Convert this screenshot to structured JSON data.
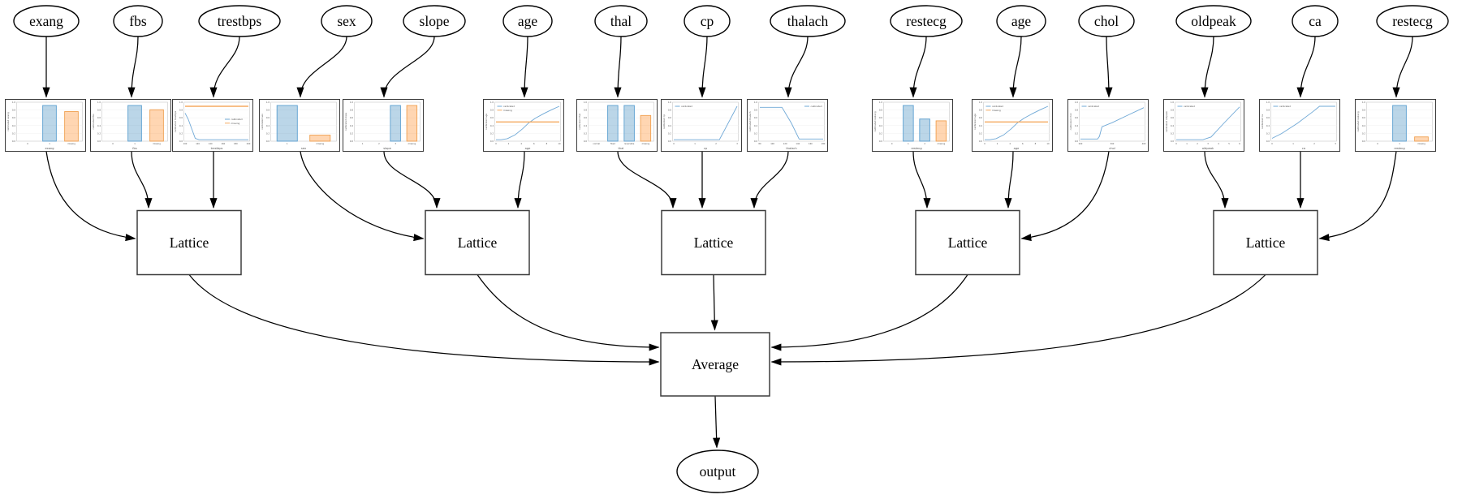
{
  "output": {
    "label": "output"
  },
  "combiner": {
    "label": "Average"
  },
  "lattices": [
    {
      "label": "Lattice"
    },
    {
      "label": "Lattice"
    },
    {
      "label": "Lattice"
    },
    {
      "label": "Lattice"
    },
    {
      "label": "Lattice"
    }
  ],
  "lattice_inputs": [
    [
      "exang",
      "fbs",
      "trestbps"
    ],
    [
      "sex",
      "slope",
      "age"
    ],
    [
      "thal",
      "cp",
      "thalach"
    ],
    [
      "restecg",
      "age",
      "chol"
    ],
    [
      "oldpeak",
      "ca",
      "restecg"
    ]
  ],
  "legend_labels": {
    "calibrated": "calibrated",
    "missing": "missing"
  },
  "yticks": [
    "0.0",
    "0.2",
    "0.4",
    "0.6",
    "0.8",
    "1.0"
  ],
  "colors": {
    "calibrated_line": "#6fa8d6",
    "calibrated_fill": "rgba(31,119,180,0.30)",
    "calibrated_edge": "#5b9fd0",
    "missing_line": "#f5aa60",
    "missing_fill": "rgba(255,127,14,0.32)",
    "missing_edge": "#f0a050",
    "edge_stroke": "#000000",
    "box_border": "#3d3d3d",
    "frame_border": "#3c3c3c"
  },
  "features": [
    {
      "name": "exang",
      "ylabel": "calibrated exang",
      "chart": {
        "type": "bar",
        "categories": [
          "0",
          "1",
          "missing"
        ],
        "bars": [
          {
            "cat": 1,
            "value": 1.0,
            "series": "calibrated"
          },
          {
            "cat": 2,
            "value": 0.83,
            "series": "missing"
          }
        ]
      }
    },
    {
      "name": "fbs",
      "ylabel": "calibrated fbs",
      "chart": {
        "type": "bar",
        "categories": [
          "0",
          "1",
          "missing"
        ],
        "bars": [
          {
            "cat": 1,
            "value": 1.0,
            "series": "calibrated"
          },
          {
            "cat": 2,
            "value": 0.88,
            "series": "missing"
          }
        ]
      }
    },
    {
      "name": "trestbps",
      "ylabel": "calibrated trestbps",
      "chart": {
        "type": "line",
        "xticks": [
          "100",
          "120",
          "140",
          "160",
          "180",
          "200"
        ],
        "legend": "right",
        "series": [
          {
            "name": "calibrated",
            "points": [
              [
                0,
                0.8
              ],
              [
                0.05,
                0.62
              ],
              [
                0.16,
                0.06
              ],
              [
                0.22,
                0.02
              ],
              [
                1,
                0.02
              ]
            ]
          },
          {
            "name": "missing",
            "points": [
              [
                0,
                1
              ],
              [
                1,
                1
              ]
            ]
          }
        ]
      }
    },
    {
      "name": "sex",
      "ylabel": "calibrated sex",
      "chart": {
        "type": "bar",
        "categories": [
          "1",
          "missing"
        ],
        "bars": [
          {
            "cat": 0,
            "value": 1.0,
            "series": "calibrated"
          },
          {
            "cat": 1,
            "value": 0.17,
            "series": "missing"
          }
        ]
      }
    },
    {
      "name": "slope",
      "ylabel": "calibrated slope",
      "chart": {
        "type": "bar",
        "categories": [
          "1",
          "2",
          "3",
          "missing"
        ],
        "bars": [
          {
            "cat": 2,
            "value": 1.0,
            "series": "calibrated"
          },
          {
            "cat": 3,
            "value": 1.0,
            "series": "missing"
          }
        ]
      }
    },
    {
      "name": "age",
      "ylabel": "calibrated age",
      "chart": {
        "type": "line",
        "xticks": [
          "0",
          "2",
          "4",
          "6",
          "8",
          "10"
        ],
        "legend": "tl",
        "series": [
          {
            "name": "calibrated",
            "points": [
              [
                0,
                0.02
              ],
              [
                0.08,
                0.02
              ],
              [
                0.18,
                0.05
              ],
              [
                0.3,
                0.16
              ],
              [
                0.42,
                0.34
              ],
              [
                0.52,
                0.52
              ],
              [
                0.62,
                0.65
              ],
              [
                0.75,
                0.78
              ],
              [
                0.88,
                0.9
              ],
              [
                1,
                1
              ]
            ]
          },
          {
            "name": "missing",
            "points": [
              [
                0,
                0.54
              ],
              [
                1,
                0.54
              ]
            ]
          }
        ]
      }
    },
    {
      "name": "thal",
      "ylabel": "calibrated thal",
      "chart": {
        "type": "bar",
        "categories": [
          "normal",
          "fixed",
          "reversible",
          "missing"
        ],
        "bars": [
          {
            "cat": 1,
            "value": 1.0,
            "series": "calibrated"
          },
          {
            "cat": 2,
            "value": 1.0,
            "series": "calibrated"
          },
          {
            "cat": 3,
            "value": 0.72,
            "series": "missing"
          }
        ]
      }
    },
    {
      "name": "cp",
      "ylabel": "calibrated cp",
      "chart": {
        "type": "line",
        "xticks": [
          "0",
          "1",
          "2",
          "3"
        ],
        "legend": "tl",
        "series": [
          {
            "name": "calibrated",
            "points": [
              [
                0,
                0.02
              ],
              [
                0.72,
                0.02
              ],
              [
                1,
                1
              ]
            ]
          }
        ]
      }
    },
    {
      "name": "thalach",
      "ylabel": "calibrated thalach",
      "chart": {
        "type": "line",
        "xticks": [
          "80",
          "100",
          "120",
          "140",
          "160",
          "180"
        ],
        "legend": "tr",
        "series": [
          {
            "name": "calibrated",
            "points": [
              [
                0,
                0.97
              ],
              [
                0.35,
                0.97
              ],
              [
                0.5,
                0.5
              ],
              [
                0.62,
                0.04
              ],
              [
                1,
                0.04
              ]
            ]
          }
        ]
      }
    },
    {
      "name": "restecg",
      "ylabel": "calibrated restecg",
      "chart": {
        "type": "bar",
        "categories": [
          "0",
          "1",
          "2",
          "missing"
        ],
        "bars": [
          {
            "cat": 1,
            "value": 1.0,
            "series": "calibrated"
          },
          {
            "cat": 2,
            "value": 0.62,
            "series": "calibrated"
          },
          {
            "cat": 3,
            "value": 0.57,
            "series": "missing"
          }
        ]
      }
    },
    {
      "name": "age",
      "ylabel": "calibrated age",
      "chart": {
        "type": "line",
        "xticks": [
          "0",
          "2",
          "4",
          "6",
          "8",
          "10"
        ],
        "legend": "tl",
        "series": [
          {
            "name": "calibrated",
            "points": [
              [
                0,
                0.02
              ],
              [
                0.08,
                0.02
              ],
              [
                0.18,
                0.05
              ],
              [
                0.3,
                0.16
              ],
              [
                0.42,
                0.34
              ],
              [
                0.52,
                0.52
              ],
              [
                0.62,
                0.65
              ],
              [
                0.75,
                0.78
              ],
              [
                0.88,
                0.9
              ],
              [
                1,
                1
              ]
            ]
          },
          {
            "name": "missing",
            "points": [
              [
                0,
                0.54
              ],
              [
                1,
                0.54
              ]
            ]
          }
        ]
      }
    },
    {
      "name": "chol",
      "ylabel": "calibrated chol",
      "chart": {
        "type": "line",
        "xticks": [
          "200",
          "300",
          "400"
        ],
        "legend": "tl",
        "series": [
          {
            "name": "calibrated",
            "points": [
              [
                0,
                0.04
              ],
              [
                0.27,
                0.04
              ],
              [
                0.3,
                0.12
              ],
              [
                0.34,
                0.4
              ],
              [
                0.5,
                0.52
              ],
              [
                0.75,
                0.74
              ],
              [
                1,
                0.96
              ]
            ]
          }
        ]
      }
    },
    {
      "name": "oldpeak",
      "ylabel": "calibrated oldpeak",
      "chart": {
        "type": "line",
        "xticks": [
          "0",
          "1",
          "2",
          "3",
          "4",
          "5",
          "6"
        ],
        "legend": "tl",
        "series": [
          {
            "name": "calibrated",
            "points": [
              [
                0,
                0.02
              ],
              [
                0.42,
                0.02
              ],
              [
                0.55,
                0.1
              ],
              [
                0.75,
                0.5
              ],
              [
                1,
                0.98
              ]
            ]
          }
        ]
      }
    },
    {
      "name": "ca",
      "ylabel": "calibrated ca",
      "chart": {
        "type": "line",
        "xticks": [
          "0",
          "1",
          "2",
          "3"
        ],
        "legend": "tl",
        "series": [
          {
            "name": "calibrated",
            "points": [
              [
                0,
                0.06
              ],
              [
                0.15,
                0.2
              ],
              [
                0.4,
                0.5
              ],
              [
                0.65,
                0.85
              ],
              [
                0.75,
                1
              ],
              [
                1,
                1
              ]
            ]
          }
        ]
      }
    },
    {
      "name": "restecg",
      "ylabel": "calibrated restecg",
      "chart": {
        "type": "bar",
        "categories": [
          "0",
          "1",
          "missing"
        ],
        "bars": [
          {
            "cat": 1,
            "value": 1.0,
            "series": "calibrated"
          },
          {
            "cat": 2,
            "value": 0.12,
            "series": "missing"
          }
        ]
      }
    }
  ]
}
